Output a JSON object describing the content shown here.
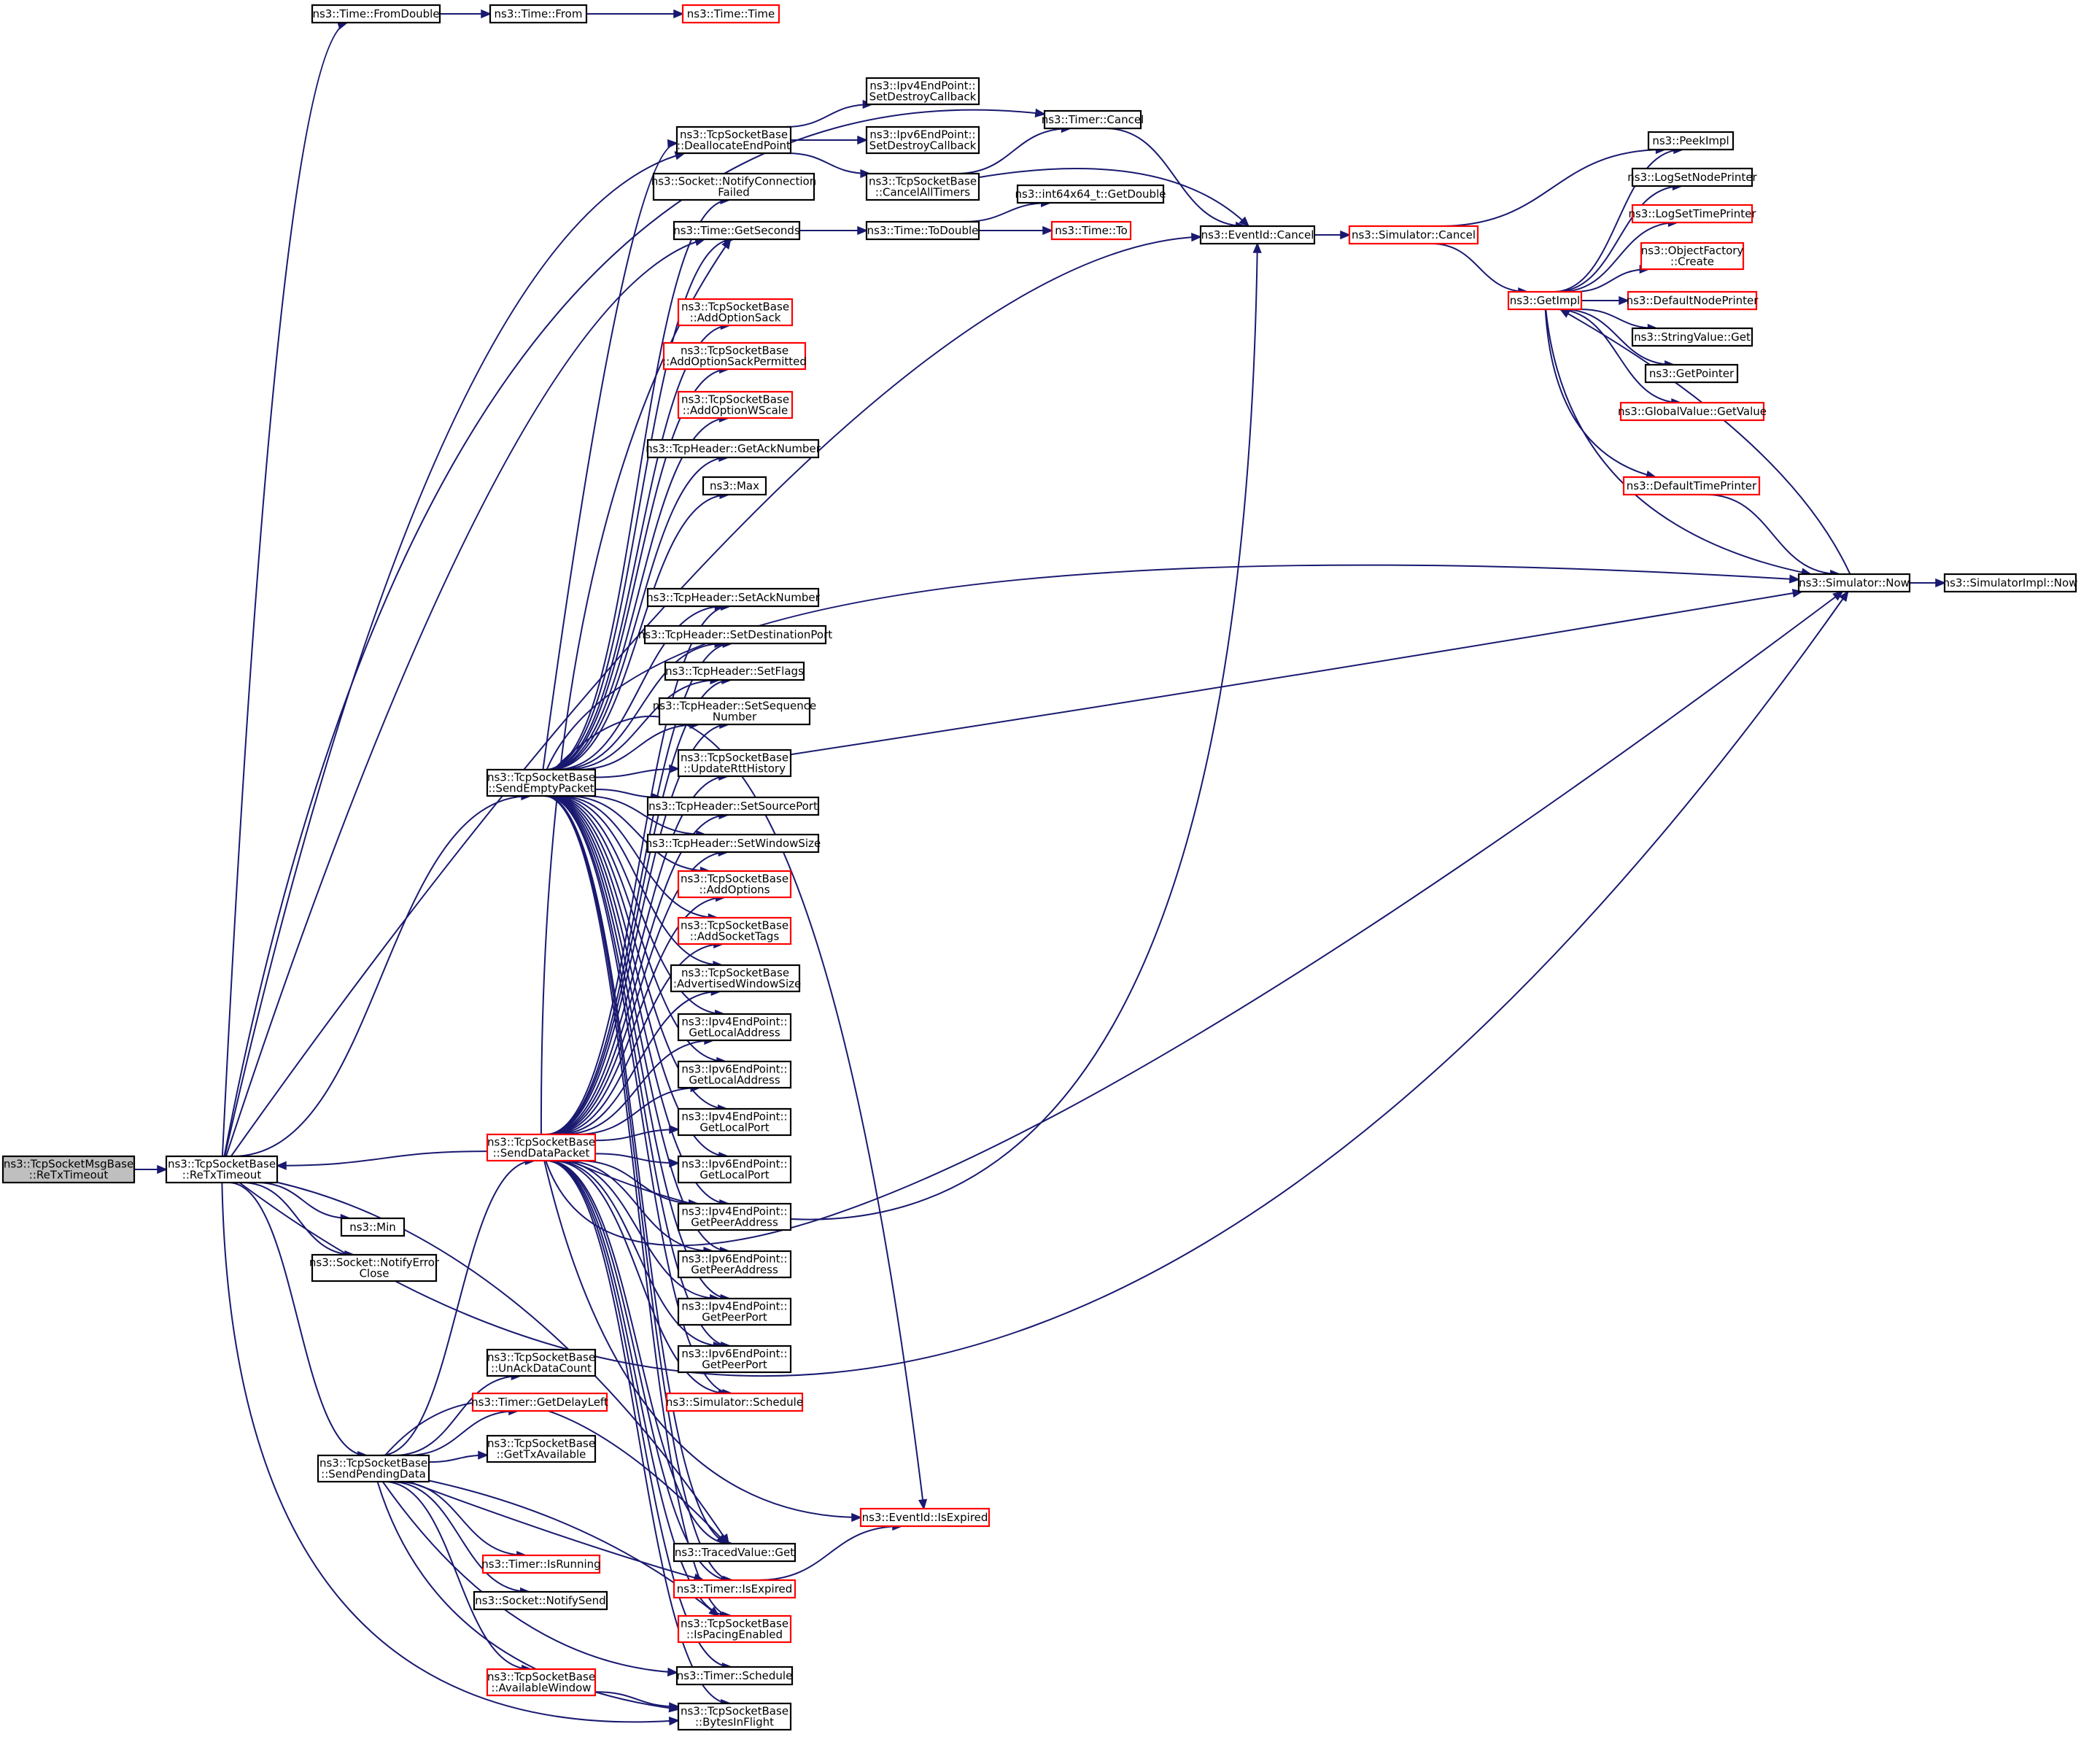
{
  "colors": {
    "edge": "#191970",
    "node_border": "#000000",
    "node_border_red": "#ff0000",
    "node_fill": "#ffffff",
    "focus_fill": "#bfbfbf"
  },
  "nodes": [
    {
      "id": "focus",
      "lines": [
        "ns3::TcpSocketMsgBase",
        "::ReTxTimeout"
      ],
      "border": "black",
      "focus": true
    },
    {
      "id": "retx",
      "lines": [
        "ns3::TcpSocketBase",
        "::ReTxTimeout"
      ],
      "border": "black"
    },
    {
      "id": "fromdouble",
      "lines": [
        "ns3::Time::FromDouble"
      ],
      "border": "black"
    },
    {
      "id": "from",
      "lines": [
        "ns3::Time::From"
      ],
      "border": "black"
    },
    {
      "id": "time",
      "lines": [
        "ns3::Time::Time"
      ],
      "border": "red"
    },
    {
      "id": "sendempty",
      "lines": [
        "ns3::TcpSocketBase",
        "::SendEmptyPacket"
      ],
      "border": "black"
    },
    {
      "id": "senddata",
      "lines": [
        "ns3::TcpSocketBase",
        "::SendDataPacket"
      ],
      "border": "red"
    },
    {
      "id": "min",
      "lines": [
        "ns3::Min"
      ],
      "border": "black"
    },
    {
      "id": "notifyerror",
      "lines": [
        "ns3::Socket::NotifyError",
        "Close"
      ],
      "border": "black"
    },
    {
      "id": "sendpending",
      "lines": [
        "ns3::TcpSocketBase",
        "::SendPendingData"
      ],
      "border": "black"
    },
    {
      "id": "unack",
      "lines": [
        "ns3::TcpSocketBase",
        "::UnAckDataCount"
      ],
      "border": "black"
    },
    {
      "id": "getdelayleft",
      "lines": [
        "ns3::Timer::GetDelayLeft"
      ],
      "border": "red"
    },
    {
      "id": "gettxavail",
      "lines": [
        "ns3::TcpSocketBase",
        "::GetTxAvailable"
      ],
      "border": "black"
    },
    {
      "id": "isrunning",
      "lines": [
        "ns3::Timer::IsRunning"
      ],
      "border": "red"
    },
    {
      "id": "notifysend",
      "lines": [
        "ns3::Socket::NotifySend"
      ],
      "border": "black"
    },
    {
      "id": "availwindow",
      "lines": [
        "ns3::TcpSocketBase",
        "::AvailableWindow"
      ],
      "border": "red"
    },
    {
      "id": "dealloc",
      "lines": [
        "ns3::TcpSocketBase",
        "::DeallocateEndPoint"
      ],
      "border": "black"
    },
    {
      "id": "notifyconn",
      "lines": [
        "ns3::Socket::NotifyConnection",
        "Failed"
      ],
      "border": "black"
    },
    {
      "id": "getseconds",
      "lines": [
        "ns3::Time::GetSeconds"
      ],
      "border": "black"
    },
    {
      "id": "addoptsack",
      "lines": [
        "ns3::TcpSocketBase",
        "::AddOptionSack"
      ],
      "border": "red"
    },
    {
      "id": "addoptsackperm",
      "lines": [
        "ns3::TcpSocketBase",
        "::AddOptionSackPermitted"
      ],
      "border": "red"
    },
    {
      "id": "addoptwscale",
      "lines": [
        "ns3::TcpSocketBase",
        "::AddOptionWScale"
      ],
      "border": "red"
    },
    {
      "id": "getacknum",
      "lines": [
        "ns3::TcpHeader::GetAckNumber"
      ],
      "border": "black"
    },
    {
      "id": "max",
      "lines": [
        "ns3::Max"
      ],
      "border": "black"
    },
    {
      "id": "setacknum",
      "lines": [
        "ns3::TcpHeader::SetAckNumber"
      ],
      "border": "black"
    },
    {
      "id": "setdestport",
      "lines": [
        "ns3::TcpHeader::SetDestinationPort"
      ],
      "border": "black"
    },
    {
      "id": "setflags",
      "lines": [
        "ns3::TcpHeader::SetFlags"
      ],
      "border": "black"
    },
    {
      "id": "setseq",
      "lines": [
        "ns3::TcpHeader::SetSequence",
        "Number"
      ],
      "border": "black"
    },
    {
      "id": "updatertt",
      "lines": [
        "ns3::TcpSocketBase",
        "::UpdateRttHistory"
      ],
      "border": "black"
    },
    {
      "id": "setsrcport",
      "lines": [
        "ns3::TcpHeader::SetSourcePort"
      ],
      "border": "black"
    },
    {
      "id": "setwinsize",
      "lines": [
        "ns3::TcpHeader::SetWindowSize"
      ],
      "border": "black"
    },
    {
      "id": "addoptions",
      "lines": [
        "ns3::TcpSocketBase",
        "::AddOptions"
      ],
      "border": "red"
    },
    {
      "id": "addsockettags",
      "lines": [
        "ns3::TcpSocketBase",
        "::AddSocketTags"
      ],
      "border": "red"
    },
    {
      "id": "advwinsize",
      "lines": [
        "ns3::TcpSocketBase",
        "::AdvertisedWindowSize"
      ],
      "border": "black"
    },
    {
      "id": "ipv4localaddr",
      "lines": [
        "ns3::Ipv4EndPoint::",
        "GetLocalAddress"
      ],
      "border": "black"
    },
    {
      "id": "ipv6localaddr",
      "lines": [
        "ns3::Ipv6EndPoint::",
        "GetLocalAddress"
      ],
      "border": "black"
    },
    {
      "id": "ipv4localport",
      "lines": [
        "ns3::Ipv4EndPoint::",
        "GetLocalPort"
      ],
      "border": "black"
    },
    {
      "id": "ipv6localport",
      "lines": [
        "ns3::Ipv6EndPoint::",
        "GetLocalPort"
      ],
      "border": "black"
    },
    {
      "id": "ipv4peeraddr",
      "lines": [
        "ns3::Ipv4EndPoint::",
        "GetPeerAddress"
      ],
      "border": "black"
    },
    {
      "id": "ipv6peeraddr",
      "lines": [
        "ns3::Ipv6EndPoint::",
        "GetPeerAddress"
      ],
      "border": "black"
    },
    {
      "id": "ipv4peerport",
      "lines": [
        "ns3::Ipv4EndPoint::",
        "GetPeerPort"
      ],
      "border": "black"
    },
    {
      "id": "ipv6peerport",
      "lines": [
        "ns3::Ipv6EndPoint::",
        "GetPeerPort"
      ],
      "border": "black"
    },
    {
      "id": "simschedule",
      "lines": [
        "ns3::Simulator::Schedule"
      ],
      "border": "red"
    },
    {
      "id": "tracedget",
      "lines": [
        "ns3::TracedValue::Get"
      ],
      "border": "black"
    },
    {
      "id": "timerisexpired",
      "lines": [
        "ns3::Timer::IsExpired"
      ],
      "border": "red"
    },
    {
      "id": "ispacing",
      "lines": [
        "ns3::TcpSocketBase",
        "::IsPacingEnabled"
      ],
      "border": "red"
    },
    {
      "id": "timerschedule",
      "lines": [
        "ns3::Timer::Schedule"
      ],
      "border": "black"
    },
    {
      "id": "bytesinflight",
      "lines": [
        "ns3::TcpSocketBase",
        "::BytesInFlight"
      ],
      "border": "black"
    },
    {
      "id": "ipv4setdestroy",
      "lines": [
        "ns3::Ipv4EndPoint::",
        "SetDestroyCallback"
      ],
      "border": "black"
    },
    {
      "id": "ipv6setdestroy",
      "lines": [
        "ns3::Ipv6EndPoint::",
        "SetDestroyCallback"
      ],
      "border": "black"
    },
    {
      "id": "cancelalltimers",
      "lines": [
        "ns3::TcpSocketBase",
        "::CancelAllTimers"
      ],
      "border": "black"
    },
    {
      "id": "todouble",
      "lines": [
        "ns3::Time::ToDouble"
      ],
      "border": "black"
    },
    {
      "id": "int64getdouble",
      "lines": [
        "ns3::int64x64_t::GetDouble"
      ],
      "border": "black"
    },
    {
      "id": "timeto",
      "lines": [
        "ns3::Time::To"
      ],
      "border": "red"
    },
    {
      "id": "eventisexpired",
      "lines": [
        "ns3::EventId::IsExpired"
      ],
      "border": "red"
    },
    {
      "id": "timercancel",
      "lines": [
        "ns3::Timer::Cancel"
      ],
      "border": "black"
    },
    {
      "id": "eventcancel",
      "lines": [
        "ns3::EventId::Cancel"
      ],
      "border": "black"
    },
    {
      "id": "simcancel",
      "lines": [
        "ns3::Simulator::Cancel"
      ],
      "border": "red"
    },
    {
      "id": "getimpl",
      "lines": [
        "ns3::GetImpl"
      ],
      "border": "red"
    },
    {
      "id": "peekimpl",
      "lines": [
        "ns3::PeekImpl"
      ],
      "border": "black"
    },
    {
      "id": "logsetnode",
      "lines": [
        "ns3::LogSetNodePrinter"
      ],
      "border": "black"
    },
    {
      "id": "logsettime",
      "lines": [
        "ns3::LogSetTimePrinter"
      ],
      "border": "red"
    },
    {
      "id": "objfactory",
      "lines": [
        "ns3::ObjectFactory",
        "::Create"
      ],
      "border": "red"
    },
    {
      "id": "defnodeprinter",
      "lines": [
        "ns3::DefaultNodePrinter"
      ],
      "border": "red"
    },
    {
      "id": "stringvalget",
      "lines": [
        "ns3::StringValue::Get"
      ],
      "border": "black"
    },
    {
      "id": "getpointer",
      "lines": [
        "ns3::GetPointer"
      ],
      "border": "black"
    },
    {
      "id": "globalvalget",
      "lines": [
        "ns3::GlobalValue::GetValue"
      ],
      "border": "red"
    },
    {
      "id": "deftimeprinter",
      "lines": [
        "ns3::DefaultTimePrinter"
      ],
      "border": "red"
    },
    {
      "id": "simnow",
      "lines": [
        "ns3::Simulator::Now"
      ],
      "border": "black"
    },
    {
      "id": "simimplnow",
      "lines": [
        "ns3::SimulatorImpl::Now"
      ],
      "border": "black"
    }
  ]
}
